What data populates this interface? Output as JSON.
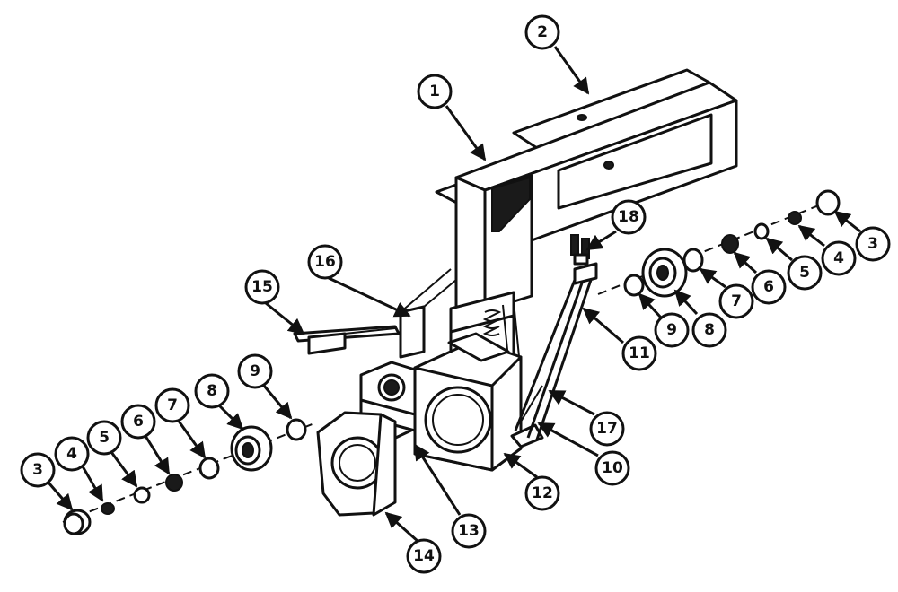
{
  "callouts": [
    {
      "id": "c1",
      "label": "1"
    },
    {
      "id": "c2",
      "label": "2"
    },
    {
      "id": "c3a",
      "label": "3"
    },
    {
      "id": "c4a",
      "label": "4"
    },
    {
      "id": "c5a",
      "label": "5"
    },
    {
      "id": "c6a",
      "label": "6"
    },
    {
      "id": "c7a",
      "label": "7"
    },
    {
      "id": "c8a",
      "label": "8"
    },
    {
      "id": "c9a",
      "label": "9"
    },
    {
      "id": "c3b",
      "label": "3"
    },
    {
      "id": "c4b",
      "label": "4"
    },
    {
      "id": "c5b",
      "label": "5"
    },
    {
      "id": "c6b",
      "label": "6"
    },
    {
      "id": "c7b",
      "label": "7"
    },
    {
      "id": "c8b",
      "label": "8"
    },
    {
      "id": "c9b",
      "label": "9"
    },
    {
      "id": "c10",
      "label": "10"
    },
    {
      "id": "c11",
      "label": "11"
    },
    {
      "id": "c12",
      "label": "12"
    },
    {
      "id": "c13",
      "label": "13"
    },
    {
      "id": "c14",
      "label": "14"
    },
    {
      "id": "c15",
      "label": "15"
    },
    {
      "id": "c16",
      "label": "16"
    },
    {
      "id": "c17",
      "label": "17"
    },
    {
      "id": "c18",
      "label": "18"
    }
  ]
}
